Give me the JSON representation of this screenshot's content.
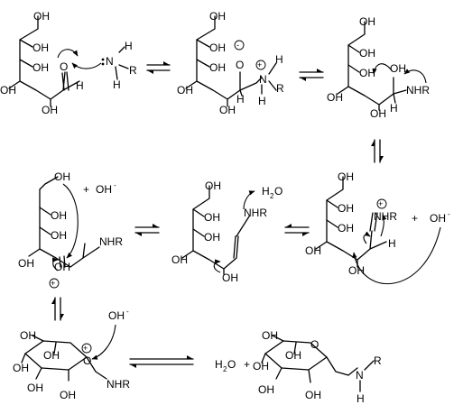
{
  "labels": {
    "oh": "OH",
    "o": "O",
    "n": "N",
    "h": "H",
    "r": "R",
    "nhr": "NHR",
    "hydroxide": "OH",
    "minus": "-",
    "plus": "+",
    "water": "H",
    "water_sub": "2",
    "water_o": "O"
  },
  "equilibrium_symbol": "⇌"
}
